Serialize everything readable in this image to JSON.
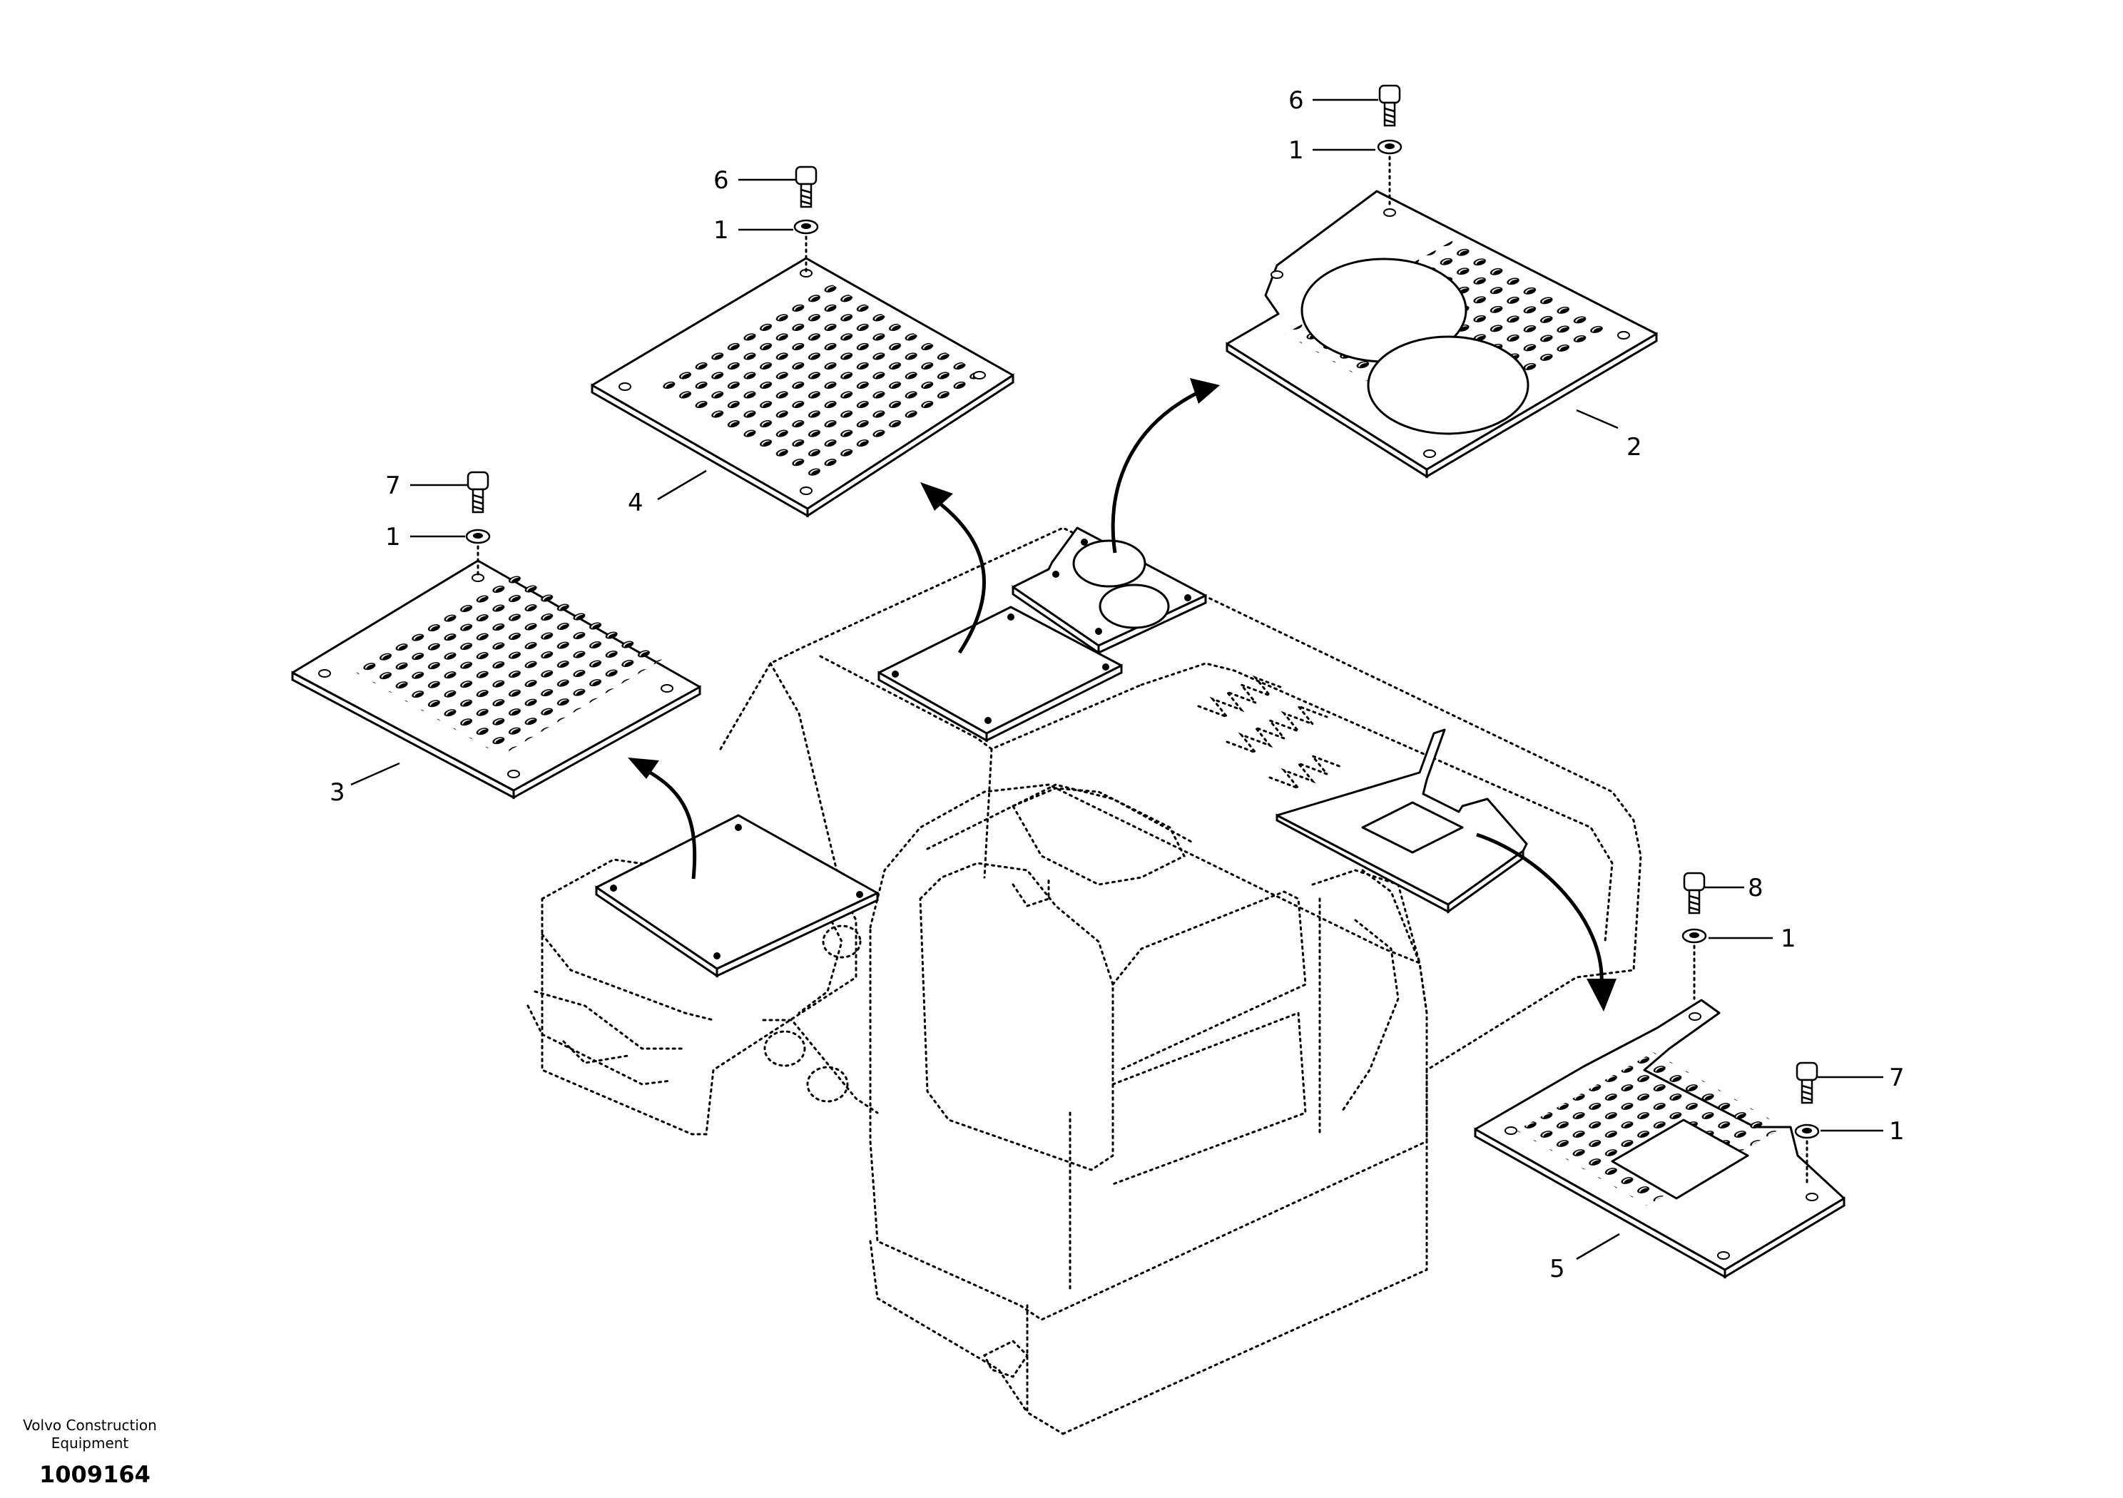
{
  "figure": {
    "document_number": "1009164",
    "brand_line1": "Volvo Construction",
    "brand_line2": "Equipment"
  },
  "callouts": {
    "item_1a": "1",
    "item_1b": "1",
    "item_1c": "1",
    "item_1d": "1",
    "item_1e": "1",
    "item_2": "2",
    "item_3": "3",
    "item_4": "4",
    "item_5": "5",
    "item_6a": "6",
    "item_6b": "6",
    "item_7a": "7",
    "item_7b": "7",
    "item_8": "8"
  }
}
